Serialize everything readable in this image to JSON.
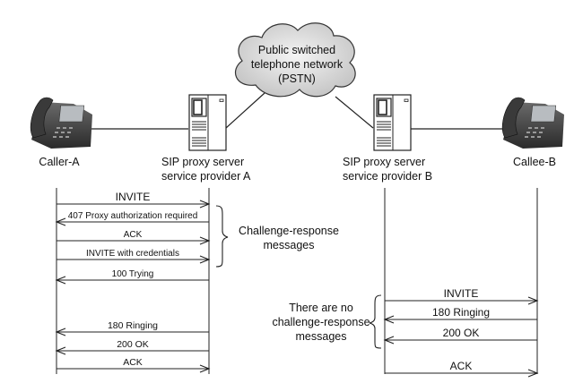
{
  "cloud": {
    "lines": [
      "Public switched",
      "telephone network",
      "(PSTN)"
    ]
  },
  "nodes": {
    "caller": "Caller-A",
    "proxy_a": [
      "SIP proxy server",
      "service provider A"
    ],
    "proxy_b": [
      "SIP proxy server",
      "service provider B"
    ],
    "callee": "Callee-B"
  },
  "left_flow": {
    "messages": [
      {
        "label": "INVITE",
        "direction": "right"
      },
      {
        "label": "407 Proxy authorization required",
        "direction": "left"
      },
      {
        "label": "ACK",
        "direction": "right"
      },
      {
        "label": "INVITE with credentials",
        "direction": "right"
      },
      {
        "label": "100 Trying",
        "direction": "left"
      },
      {
        "label": "180 Ringing",
        "direction": "left"
      },
      {
        "label": "200 OK",
        "direction": "left"
      },
      {
        "label": "ACK",
        "direction": "right"
      }
    ],
    "brace_label": [
      "Challenge-response",
      "messages"
    ]
  },
  "right_flow": {
    "messages": [
      {
        "label": "INVITE",
        "direction": "right"
      },
      {
        "label": "180 Ringing",
        "direction": "left"
      },
      {
        "label": "200 OK",
        "direction": "left"
      },
      {
        "label": "ACK",
        "direction": "right"
      }
    ],
    "brace_label": [
      "There are no",
      "challenge-response",
      "messages"
    ]
  }
}
